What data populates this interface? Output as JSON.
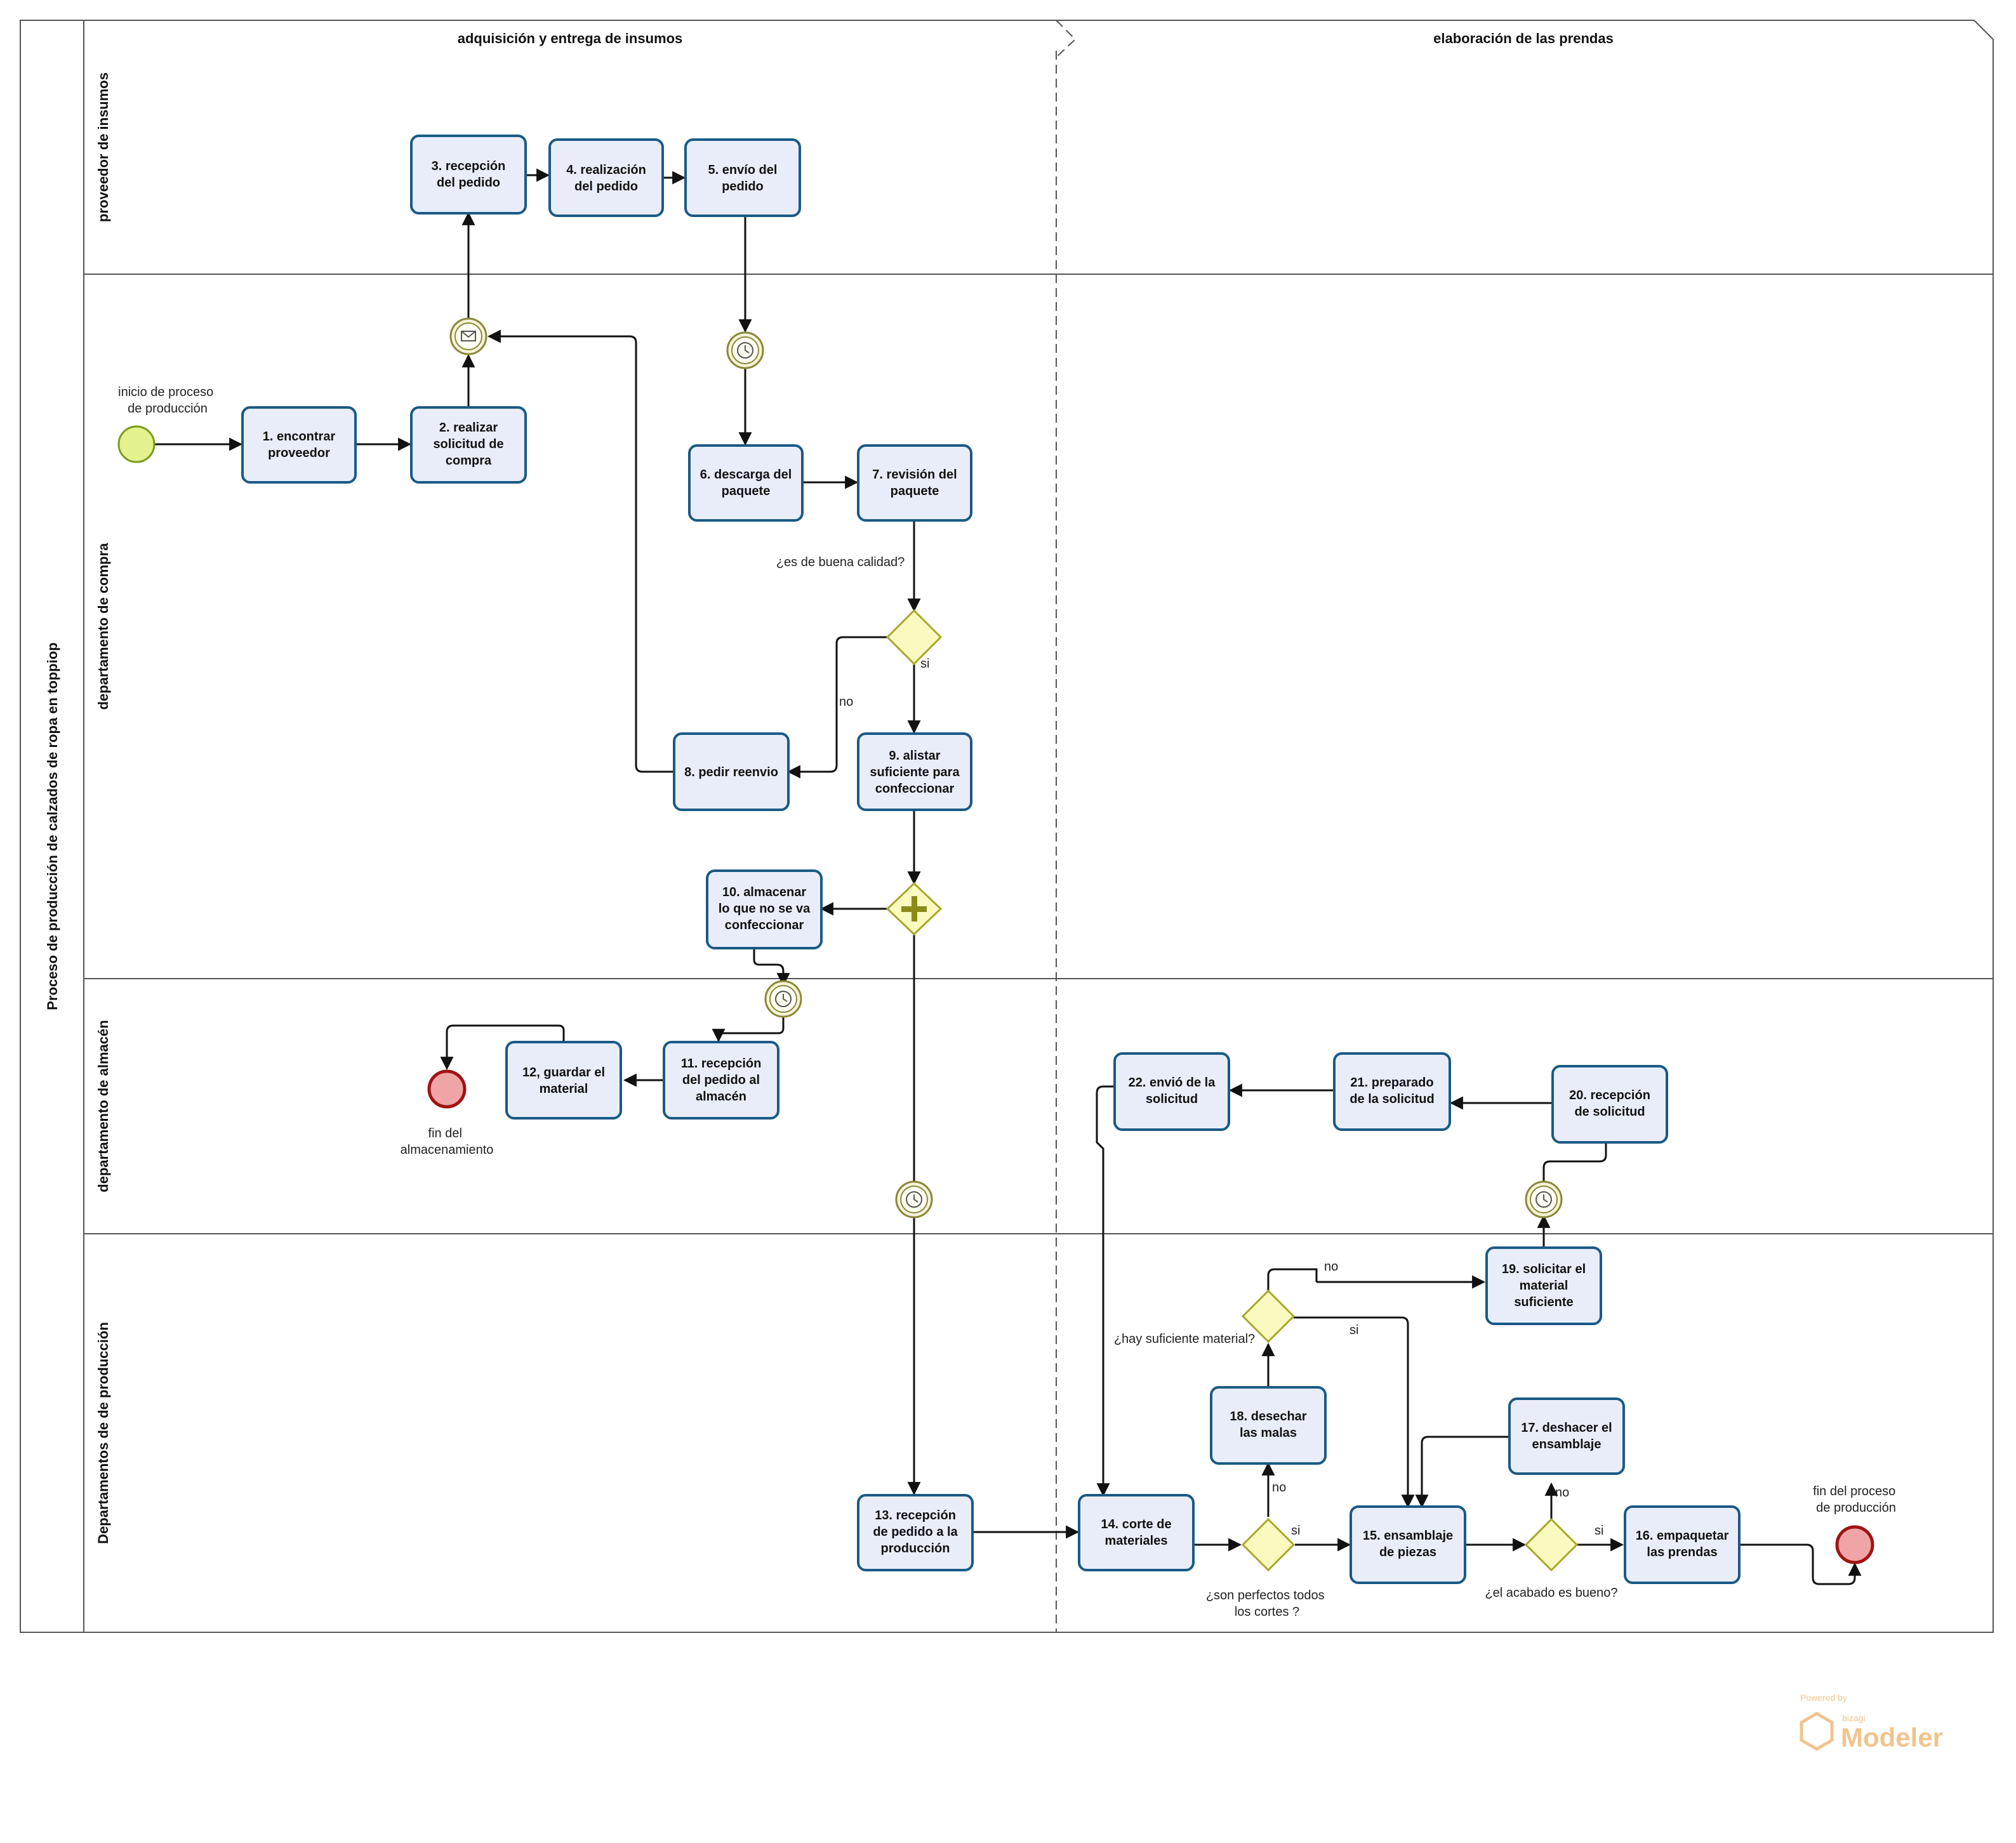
{
  "diagram": {
    "title": "Proceso de producción de calzados de ropa en toppiop",
    "phases": [
      "adquisición y entrega de insumos",
      "elaboración de las prendas"
    ],
    "lanes": [
      "proveedor de insumos",
      "departamento de compra",
      "departamento de almacén",
      "Departamentos de de producción"
    ],
    "tasks": {
      "t1": [
        "1. encontrar",
        "proveedor"
      ],
      "t2": [
        "2. realizar",
        "solicitud de",
        "compra"
      ],
      "t3": [
        "3. recepción",
        "del pedido"
      ],
      "t4": [
        "4. realización",
        "del pedido"
      ],
      "t5": [
        "5. envío del",
        "pedido"
      ],
      "t6": [
        "6. descarga del",
        "paquete"
      ],
      "t7": [
        "7. revisión del",
        "paquete"
      ],
      "t8": [
        "8. pedir reenvio"
      ],
      "t9": [
        "9. alistar",
        "suficiente para",
        "confeccionar"
      ],
      "t10": [
        "10. almacenar",
        "lo que no se va",
        "confeccionar"
      ],
      "t11": [
        "11. recepción",
        "del pedido al",
        "almacén"
      ],
      "t12": [
        "12, guardar el",
        "material"
      ],
      "t13": [
        "13. recepción",
        "de pedido a la",
        "producción"
      ],
      "t14": [
        "14. corte de",
        "materiales"
      ],
      "t15": [
        "15. ensamblaje",
        "de piezas"
      ],
      "t16": [
        "16. empaquetar",
        "las prendas"
      ],
      "t17": [
        "17. deshacer el",
        "ensamblaje"
      ],
      "t18": [
        "18. desechar",
        "las malas"
      ],
      "t19": [
        "19. solicitar el",
        "material",
        "suficiente"
      ],
      "t20": [
        "20. recepción",
        "de solicitud"
      ],
      "t21": [
        "21. preparado",
        "de la solicitud"
      ],
      "t22": [
        "22. envió de la",
        "solicitud"
      ]
    },
    "labels": {
      "start": [
        "inicio de proceso",
        "de producción"
      ],
      "end_storage": [
        "fin del",
        "almacenamiento"
      ],
      "end_process": [
        "fin del proceso",
        "de producción"
      ],
      "q_quality": "¿es de buena calidad?",
      "q_material": "¿hay suficiente material?",
      "q_cuts": [
        "¿son perfectos todos",
        "los cortes ?"
      ],
      "q_finish": "¿el acabado es bueno?",
      "si": "si",
      "no": "no"
    },
    "watermark": {
      "small": "Powered by",
      "tiny": "bizagi",
      "big": "Modeler"
    }
  }
}
